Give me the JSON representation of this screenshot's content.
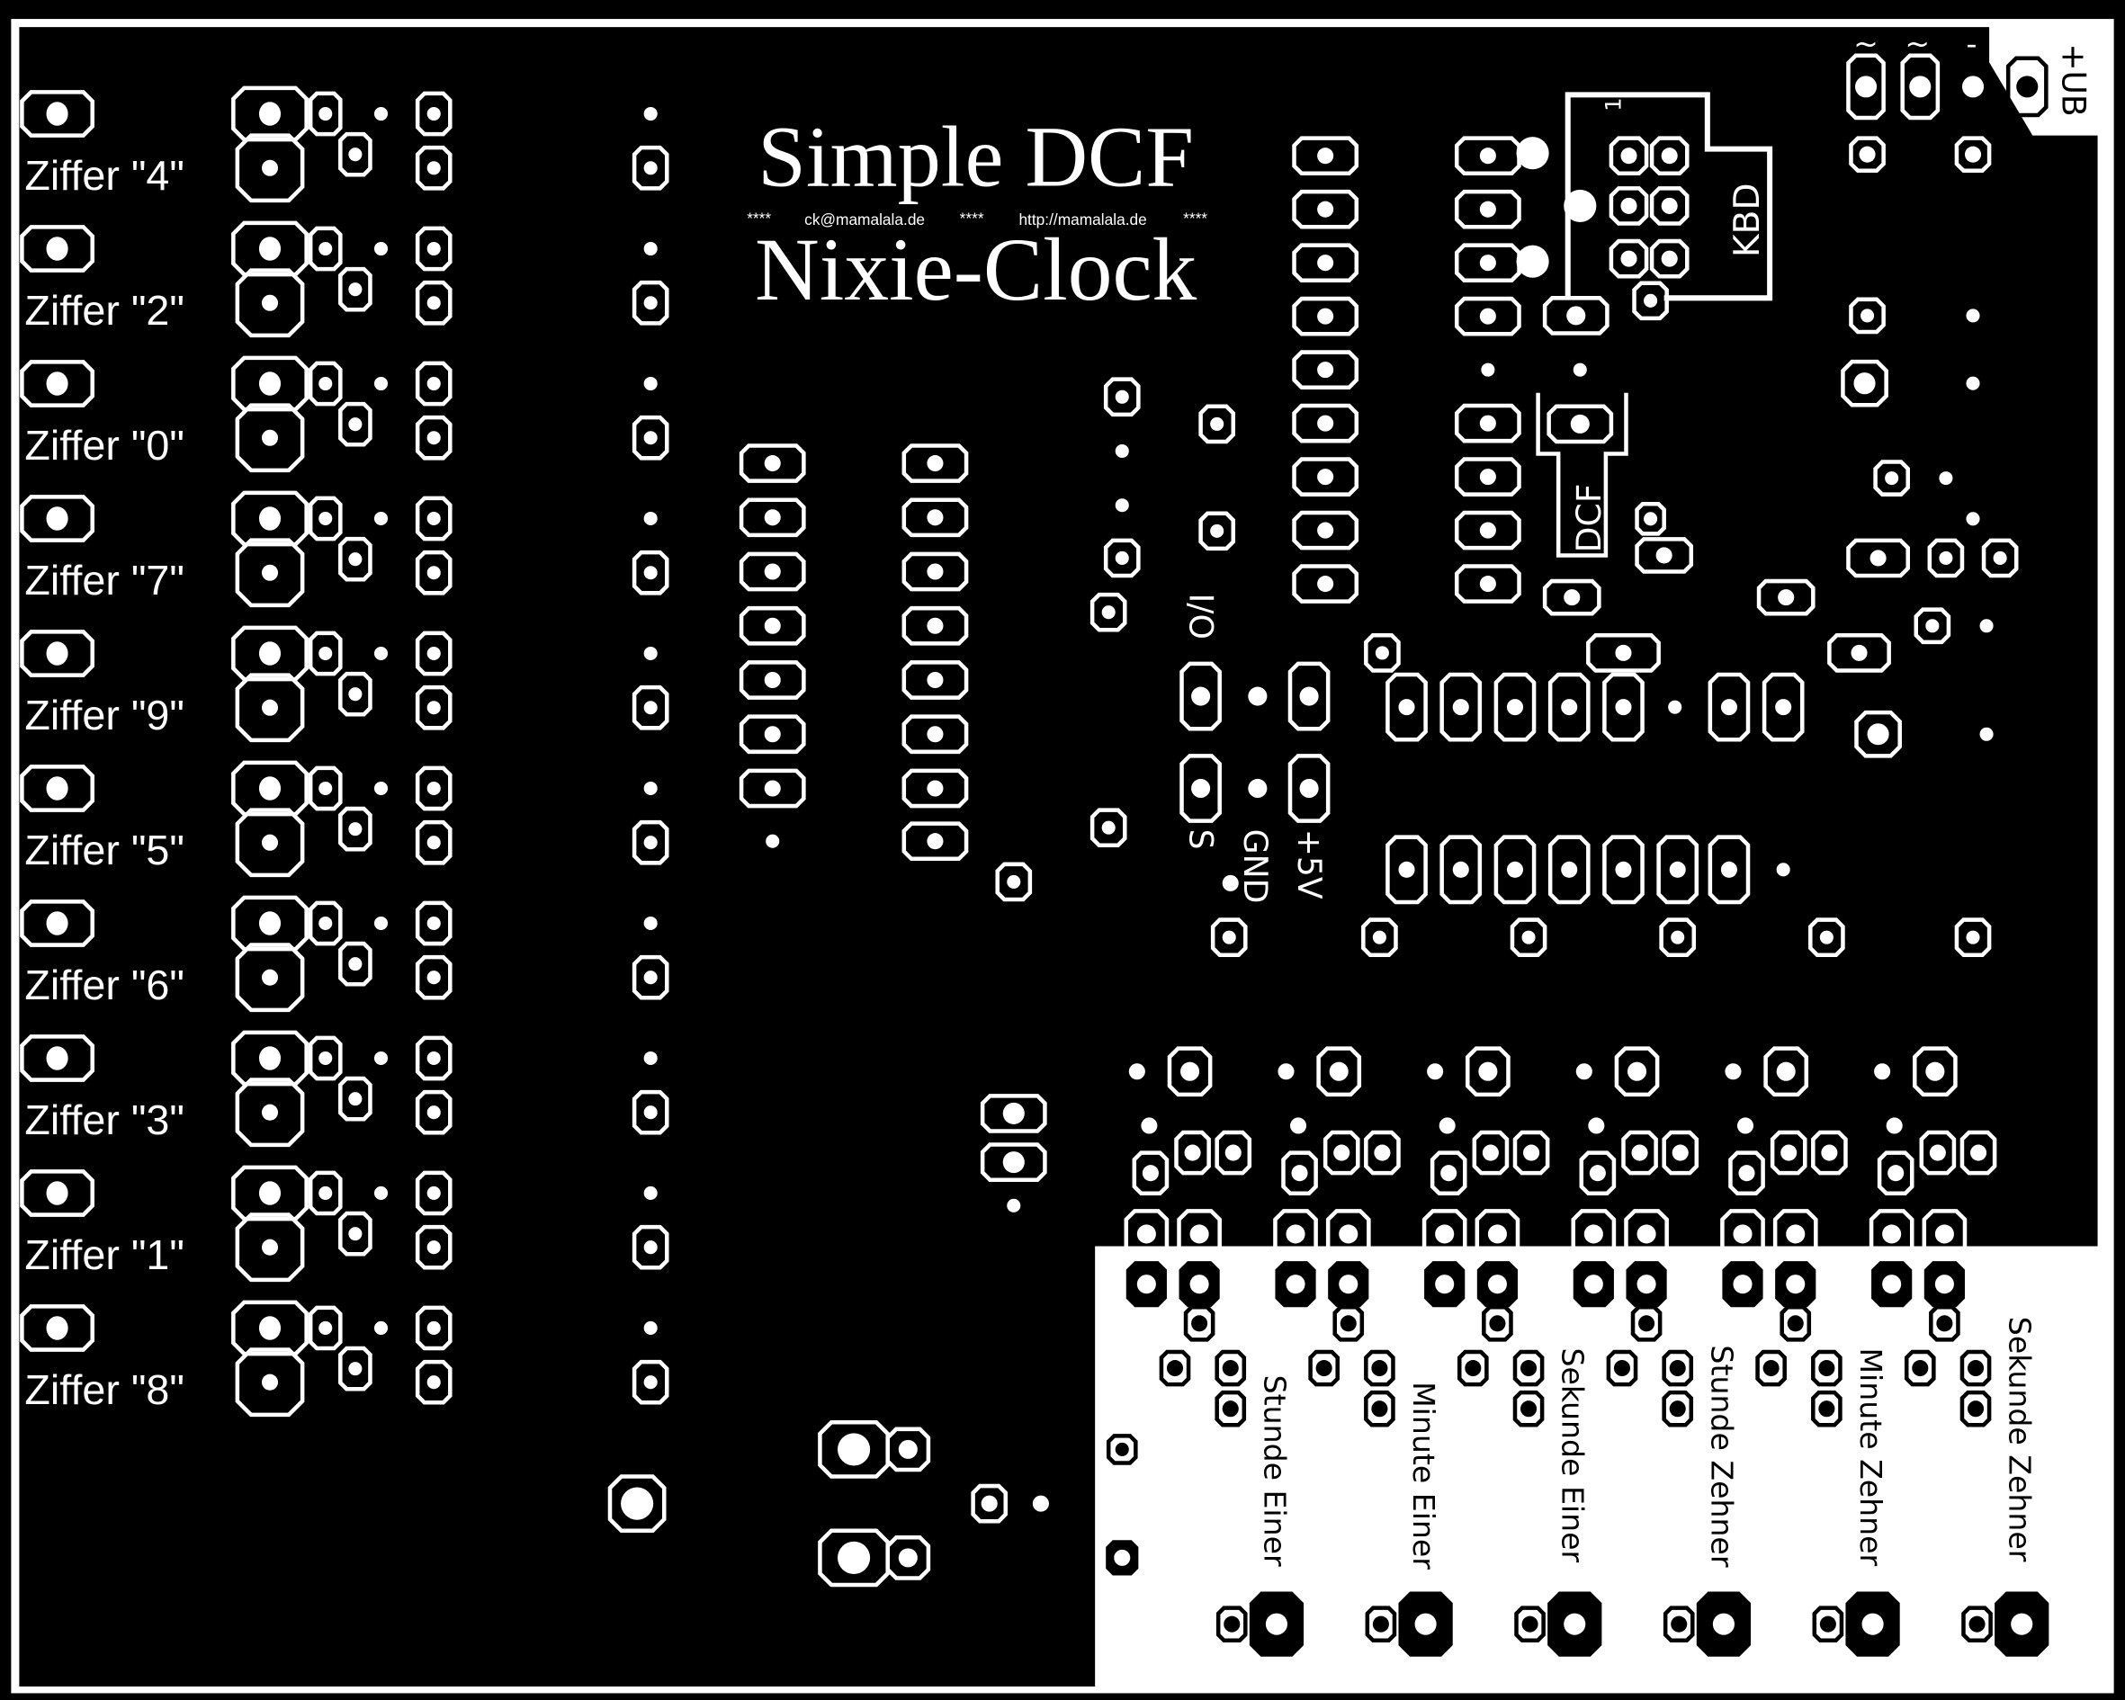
{
  "board": {
    "title_line1": "Simple DCF",
    "title_line2": "Nixie-Clock",
    "contact_line": {
      "sep": "****",
      "email": "ck@mamalala.de",
      "url": "http://mamalala.de"
    },
    "colors": {
      "copper": "#000000",
      "background": "#ffffff"
    }
  },
  "digits": [
    {
      "label": "Ziffer \"4\""
    },
    {
      "label": "Ziffer \"2\""
    },
    {
      "label": "Ziffer \"0\""
    },
    {
      "label": "Ziffer \"7\""
    },
    {
      "label": "Ziffer \"9\""
    },
    {
      "label": "Ziffer \"5\""
    },
    {
      "label": "Ziffer \"6\""
    },
    {
      "label": "Ziffer \"3\""
    },
    {
      "label": "Ziffer \"1\""
    },
    {
      "label": "Ziffer \"8\""
    }
  ],
  "connectors": {
    "power": {
      "label": "+UB",
      "ac1": "~",
      "ac2": "~",
      "minus": "-"
    },
    "kbd": {
      "label": "KBD",
      "pin1": "1"
    },
    "dcf": {
      "label": "DCF"
    },
    "io": {
      "label_io": "I/O",
      "label_s": "S",
      "label_gnd": "GND",
      "label_5v": "+5V"
    }
  },
  "tubes": [
    {
      "label": "Stunde Einer"
    },
    {
      "label": "Minute Einer"
    },
    {
      "label": "Sekunde Einer"
    },
    {
      "label": "Stunde Zehner"
    },
    {
      "label": "Minute Zehner"
    },
    {
      "label": "Sekunde Zehner"
    }
  ]
}
